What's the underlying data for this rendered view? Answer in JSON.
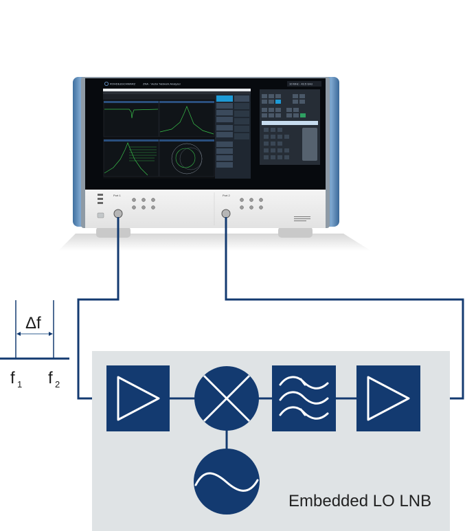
{
  "instrument": {
    "brand": "ROHDE&SCHWARZ",
    "model_title": "ZNA · Vector Network Analyzer",
    "freq_badge": "10 MHz - 43.5 GHz",
    "port1_label": "Port 1",
    "port2_label": "Port 2"
  },
  "spacing": {
    "delta_label": "Δf",
    "f1": "f",
    "f1_sub": "1",
    "f2": "f",
    "f2_sub": "2"
  },
  "blocks": {
    "amplifier_in": "amplifier-icon",
    "mixer": "mixer-icon",
    "filter": "bandpass-filter-icon",
    "amplifier_out": "amplifier-icon",
    "local_oscillator": "oscillator-icon"
  },
  "dut_label": "Embedded LO LNB",
  "colors": {
    "navy": "#133a70",
    "panel_gray": "#dfe3e5",
    "instrument_blue": "#4f7fb0"
  }
}
